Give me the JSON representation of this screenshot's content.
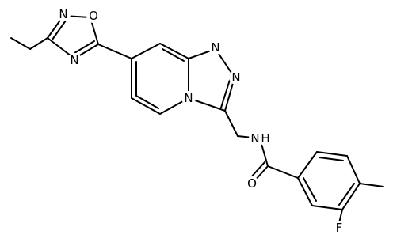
{
  "atoms": {
    "n_oxadiazole_top": "N",
    "o_oxadiazole": "O",
    "n_oxadiazole_bottom": "N",
    "n_triazole_top": "N",
    "n_triazole_right": "N",
    "n_bridgehead": "N",
    "n_amide": "N",
    "h_amide": "H",
    "o_carbonyl": "O",
    "f_fluoro": "F"
  }
}
